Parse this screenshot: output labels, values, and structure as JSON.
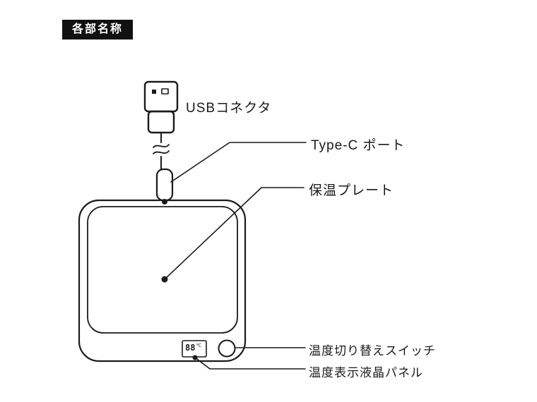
{
  "header": {
    "title": "各部名称"
  },
  "labels": {
    "usb_connector": "USBコネクタ",
    "type_c_port": "Type-C ポート",
    "warming_plate": "保温プレート",
    "temp_switch": "温度切り替えスイッチ",
    "temp_lcd_panel": "温度表示液晶パネル"
  },
  "lcd": {
    "value": "88",
    "unit": "℃"
  },
  "colors": {
    "ink": "#1a1a1a",
    "header_bg": "#111111",
    "header_text": "#ffffff"
  }
}
